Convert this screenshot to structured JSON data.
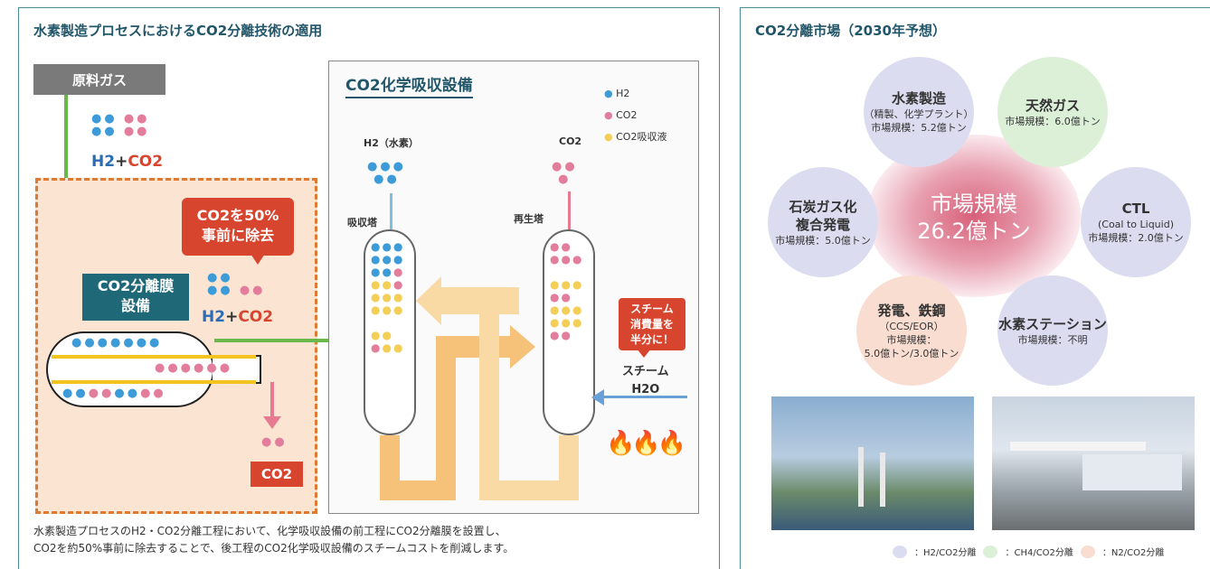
{
  "left_panel": {
    "title": "水素製造プロセスにおけるCO2分離技術の適用",
    "feed_label": "原料ガス",
    "feed_mix": {
      "h2": "H2",
      "plus": "+",
      "co2": "CO2"
    },
    "removal_callout": [
      "CO2を50%",
      "事前に除去"
    ],
    "membrane_label": [
      "CO2分離膜",
      "設備"
    ],
    "after_mix": {
      "h2": "H2",
      "plus": "+",
      "co2": "CO2"
    },
    "co2_out": "CO2",
    "absorption": {
      "title": "CO2化学吸収設備",
      "legend": [
        {
          "label": "H2",
          "color": "#3d9bd7"
        },
        {
          "label": "CO2",
          "color": "#e37d9c"
        },
        {
          "label": "CO2吸収液",
          "color": "#f3cf58"
        }
      ],
      "h2_out": "H2（水素）",
      "co2_out": "CO2",
      "absorber": "吸収塔",
      "regenerator": "再生塔",
      "steam_callout": [
        "スチーム",
        "消費量を",
        "半分に！"
      ],
      "steam_label": [
        "スチーム",
        "H2O"
      ]
    },
    "caption": [
      "水素製造プロセスのH2・CO2分離工程において、化学吸収設備の前工程にCO2分離膜を設置し、",
      "CO2を約50%事前に除去することで、後工程のCO2化学吸収設備のスチームコストを削減します。"
    ]
  },
  "right_panel": {
    "title": "CO2分離市場（2030年予想）",
    "center": {
      "title": "市場規模",
      "value": "26.2億トン"
    },
    "segments": [
      {
        "name": "水素製造",
        "sub": "（精製、化学プラント）",
        "size": "市場規模：5.2億トン"
      },
      {
        "name": "天然ガス",
        "size": "市場規模：6.0億トン"
      },
      {
        "name": "石炭ガス化",
        "name2": "複合発電",
        "size": "市場規模：5.0億トン"
      },
      {
        "name": "CTL",
        "sub": "(Coal to Liquid)",
        "size": "市場規模：2.0億トン"
      },
      {
        "name": "発電、鉄鋼",
        "sub": "（CCS/EOR）",
        "size": "市場規模：",
        "size2": "5.0億トン/3.0億トン"
      },
      {
        "name": "水素ステーション",
        "size": "市場規模：不明"
      }
    ],
    "legend": [
      {
        "label": "：H2/CO2分離",
        "color": "#dcdcf0"
      },
      {
        "label": "：CH4/CO2分離",
        "color": "#dcf0d8"
      },
      {
        "label": "：N2/CO2分離",
        "color": "#f8ddd0"
      }
    ]
  }
}
